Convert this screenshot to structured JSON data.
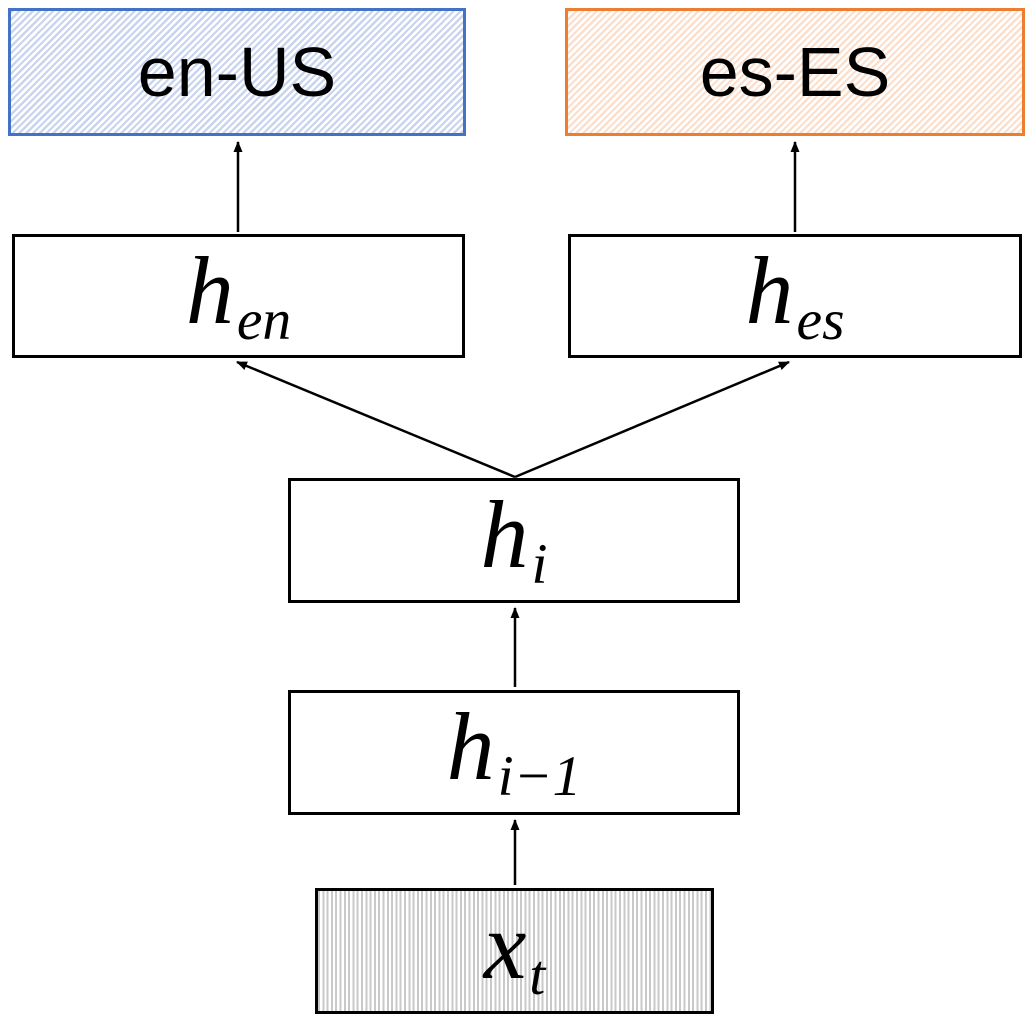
{
  "diagram": {
    "type": "architecture-flow-diagram",
    "background_color": "#ffffff",
    "line_color": "#000000",
    "nodes": {
      "en_us": {
        "label": "en-US",
        "border_color": "#4472C4",
        "fill_hatch": "diagonal-up",
        "hatch_color": "#c9d5ee"
      },
      "es_es": {
        "label": "es-ES",
        "border_color": "#ED7D31",
        "fill_hatch": "diagonal-up",
        "hatch_color": "#fbdfcc"
      },
      "h_en": {
        "base": "h",
        "sub": "en",
        "border_color": "#000000",
        "fill": "#ffffff"
      },
      "h_es": {
        "base": "h",
        "sub": "es",
        "border_color": "#000000",
        "fill": "#ffffff"
      },
      "h_i": {
        "base": "h",
        "sub": "i",
        "border_color": "#000000",
        "fill": "#ffffff"
      },
      "h_i_minus_1": {
        "base": "h",
        "sub": "i−1",
        "border_color": "#000000",
        "fill": "#ffffff"
      },
      "x_t": {
        "base": "x",
        "sub": "t",
        "border_color": "#000000",
        "fill_hatch": "vertical",
        "hatch_color": "#c9c9c9"
      }
    },
    "edges": [
      {
        "from": "x_t",
        "to": "h_i_minus_1",
        "style": "arrow-up"
      },
      {
        "from": "h_i_minus_1",
        "to": "h_i",
        "style": "arrow-up"
      },
      {
        "from": "h_i",
        "to": "h_en",
        "style": "arrow-diagonal"
      },
      {
        "from": "h_i",
        "to": "h_es",
        "style": "arrow-diagonal"
      },
      {
        "from": "h_en",
        "to": "en_us",
        "style": "arrow-up"
      },
      {
        "from": "h_es",
        "to": "es_es",
        "style": "arrow-up"
      }
    ]
  }
}
